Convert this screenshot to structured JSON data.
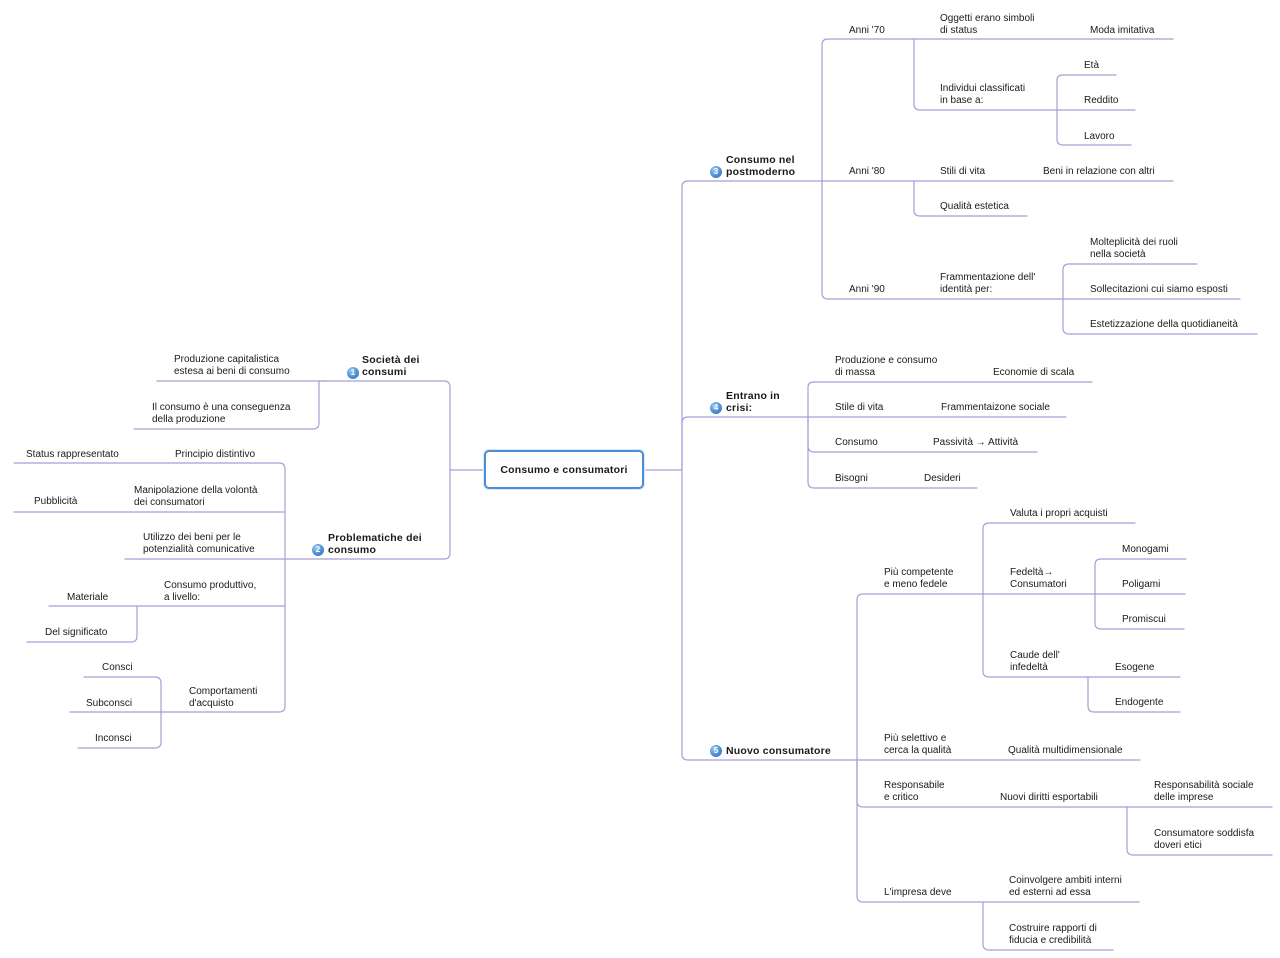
{
  "central": "Consumo e consumatori",
  "badges": [
    "1",
    "2",
    "3",
    "4",
    "5"
  ],
  "branch1": {
    "title": "Società dei\nconsumi",
    "produzione": "Produzione capitalistica\nestesa ai beni di consumo",
    "conseguenza": "Il consumo è una conseguenza\ndella produzione"
  },
  "branch2": {
    "title": "Problematiche dei\nconsumo",
    "principio": "Principio distintivo",
    "status": "Status rappresentato",
    "manipolazione": "Manipolazione della volontà\ndei consumatori",
    "pubblicita": "Pubblicità",
    "utilizzo": "Utilizzo dei beni per le\npotenzialità comunicative",
    "consumo_produttivo": "Consumo produttivo,\na livello:",
    "materiale": "Materiale",
    "significato": "Del significato",
    "comportamenti": "Comportamenti\nd'acquisto",
    "consci": "Consci",
    "subconsci": "Subconsci",
    "inconsci": "Inconsci"
  },
  "branch3": {
    "title": "Consumo nel\npostmoderno",
    "anni70": "Anni '70",
    "oggetti": "Oggetti erano simboli\ndi status",
    "moda": "Moda imitativa",
    "individui": "Individui classificati\nin base a:",
    "eta": "Età",
    "reddito": "Reddito",
    "lavoro": "Lavoro",
    "anni80": "Anni '80",
    "stili": "Stili di vita",
    "beni": "Beni in relazione con altri",
    "qualita_estetica": "Qualità estetica",
    "anni90": "Anni '90",
    "frammentazione": "Frammentazione dell'\nidentità per:",
    "molteplicita": "Molteplicità dei ruoli\nnella società",
    "sollecitazioni": "Sollecitazioni cui siamo esposti",
    "estetizzazione": "Estetizzazione della quotidianeità"
  },
  "branch4": {
    "title": "Entrano in\ncrisi:",
    "produzione": "Produzione e consumo\ndi massa",
    "economie": "Economie di scala",
    "stile": "Stile di vita",
    "frammentazione": "Frammentaizone sociale",
    "consumo": "Consumo",
    "passivita": "Passività → Attività",
    "bisogni": "Bisogni",
    "desideri": "Desideri"
  },
  "branch5": {
    "title": "Nuovo consumatore",
    "competente": "Più competente\ne meno fedele",
    "valuta": "Valuta i propri acquisti",
    "fedelta": "Fedeltà→\nConsumatori",
    "monogami": "Monogami",
    "poligami": "Poligami",
    "promiscui": "Promiscui",
    "caude": "Caude dell'\ninfedeltà",
    "esogene": "Esogene",
    "endogente": "Endogente",
    "selettivo": "Più selettivo e\ncerca la qualità",
    "qualita_multi": "Qualità multidimensionale",
    "responsabile": "Responsabile\ne critico",
    "diritti": "Nuovi diritti esportabili",
    "resp_sociale": "Responsabilità sociale\ndelle imprese",
    "soddisfa": "Consumatore soddisfa\ndoveri etici",
    "impresa": "L'impresa deve",
    "coinvolgere": "Coinvolgere ambiti interni\ned esterni ad essa",
    "costruire": "Costruire rapporti di\nfiducia e credibilità"
  }
}
